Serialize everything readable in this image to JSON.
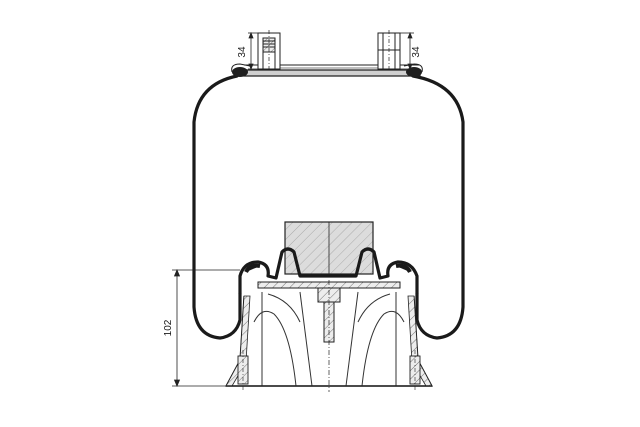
{
  "dimensions": {
    "top_left_height": "34",
    "top_right_height": "34",
    "piston_height": "102"
  },
  "colors": {
    "bellows_stroke": "#1a1a1a",
    "metal_fill": "#d9d9d9",
    "rubber_fill": "#1f1f1f",
    "line": "#222222",
    "background": "#ffffff"
  }
}
